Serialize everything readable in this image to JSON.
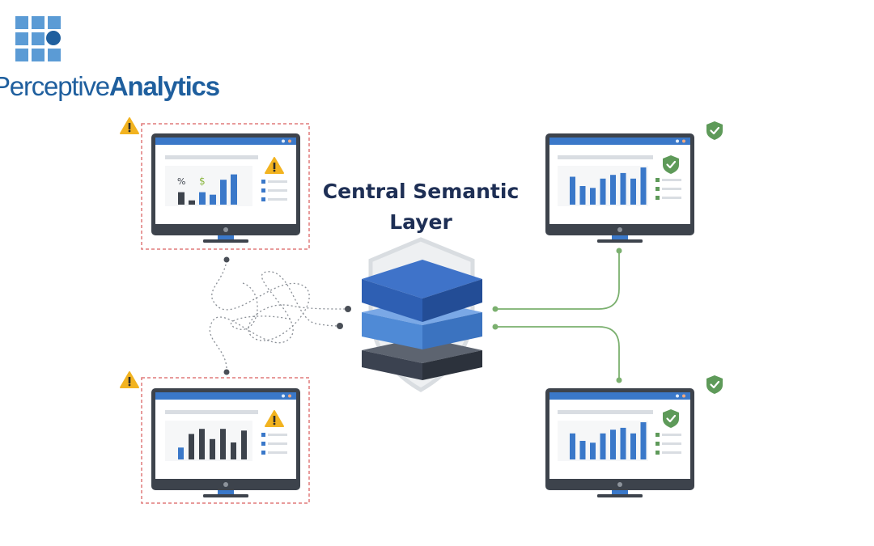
{
  "brand": {
    "name_light": "Perceptive",
    "name_bold": "Analytics",
    "color": "#1f5f9e"
  },
  "title": {
    "line1": "Central Semantic",
    "line2": "Layer"
  },
  "left_monitors": [
    {
      "status": "warning",
      "status_icon": "warning-triangle-icon",
      "chart_symbols": [
        "%",
        "$"
      ],
      "bar_levels": [
        0.35,
        0.12,
        0.35,
        0.28,
        0.7,
        0.85
      ]
    },
    {
      "status": "warning",
      "status_icon": "warning-triangle-icon",
      "chart_symbols": [],
      "bar_levels": [
        0.35,
        0.75,
        0.9,
        0.6,
        0.9,
        0.5,
        0.85
      ]
    }
  ],
  "right_monitors": [
    {
      "status": "verified",
      "status_icon": "check-shield-icon",
      "bar_levels": [
        0.75,
        0.5,
        0.45,
        0.7,
        0.8,
        0.85,
        0.7,
        1.0
      ]
    },
    {
      "status": "verified",
      "status_icon": "check-shield-icon",
      "bar_levels": [
        0.7,
        0.5,
        0.45,
        0.7,
        0.8,
        0.85,
        0.7,
        1.0
      ]
    }
  ],
  "colors": {
    "warning": "#f2b320",
    "verified": "#5e9a59",
    "layer_top": "#2e5fb3",
    "layer_mid": "#4f8ad6",
    "layer_bottom": "#3b4250",
    "monitor_frame": "#3d434c",
    "monitor_header": "#3a78c9"
  }
}
